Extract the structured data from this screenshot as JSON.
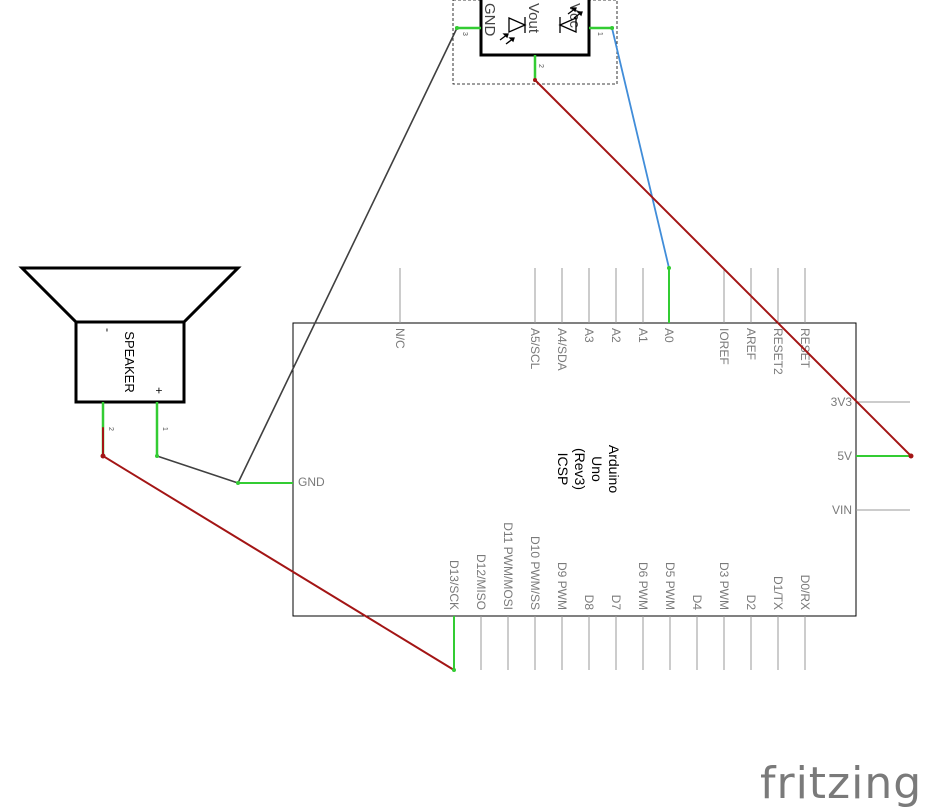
{
  "board": {
    "title_lines": [
      "Arduino",
      "Uno",
      "(Rev3)",
      "ICSP"
    ],
    "top_pins": [
      "N/C",
      "A5/SCL",
      "A4/SDA",
      "A3",
      "A2",
      "A1",
      "A0",
      "IOREF",
      "AREF",
      "RESET2",
      "RESET"
    ],
    "bottom_pins": [
      "D13/SCK",
      "D12/MISO",
      "D11 PWM/MOSI",
      "D10 PWM/SS",
      "D9 PWM",
      "D8",
      "D7",
      "D6 PWM",
      "D5 PWM",
      "D4",
      "D3 PWM",
      "D2",
      "D1/TX",
      "D0/RX"
    ],
    "right_pins": [
      "3V3",
      "5V",
      "VIN"
    ],
    "left_pin": "GND"
  },
  "sensor": {
    "pins": [
      "Vcc",
      "Vout",
      "GND"
    ],
    "pin_numbers": [
      "1",
      "2",
      "3"
    ]
  },
  "speaker": {
    "label": "SPEAKER",
    "minus": "-",
    "plus": "+",
    "pin_numbers": [
      "2",
      "1"
    ]
  },
  "brand": "fritzing",
  "colors": {
    "wire_red": "#a31515",
    "wire_black": "#404040",
    "wire_blue": "#418dd9",
    "pin_green": "#33cc33",
    "outline": "#000000",
    "label_gray": "#7a7a7a"
  }
}
